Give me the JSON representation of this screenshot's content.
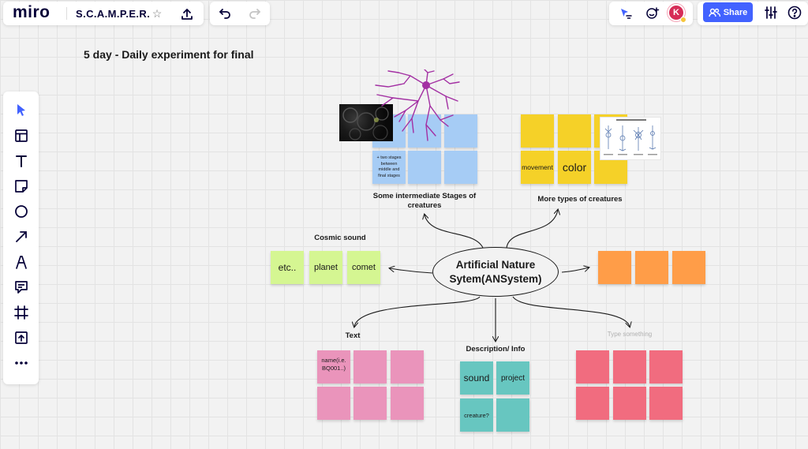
{
  "app": {
    "logo": "miro",
    "board_title": "S.C.A.M.P.E.R."
  },
  "header": {
    "share_label": "Share",
    "avatar_initial": "K"
  },
  "board": {
    "heading": "5 day - Daily experiment for final",
    "center_node": {
      "line1": "Artificial Nature",
      "line2": "Sytem(ANSystem)"
    },
    "labels": {
      "intermediate": "Some intermediate Stages of creatures",
      "more_types": "More types of creatures",
      "cosmic": "Cosmic sound",
      "text": "Text",
      "description": "Description/ Info",
      "placeholder": "Type something"
    },
    "notes": {
      "two_stages": "+ two stages between middle and final stages",
      "movement": "movement",
      "color": "color",
      "etc": "etc..",
      "planet": "planet",
      "comet": "comet",
      "name": "name(i.e. BQ001..)",
      "sound": "sound",
      "project": "project",
      "creature": "creature?"
    }
  },
  "colors": {
    "accent": "#4262ff",
    "blue_note": "#a6ccf5",
    "yellow_note": "#f5d128",
    "lime_note": "#d5f692",
    "orange_note": "#ff9d48",
    "pink_note": "#ea94bb",
    "teal_note": "#67c6c0",
    "red_note": "#f16c7f",
    "neuron": "#a330a3"
  }
}
